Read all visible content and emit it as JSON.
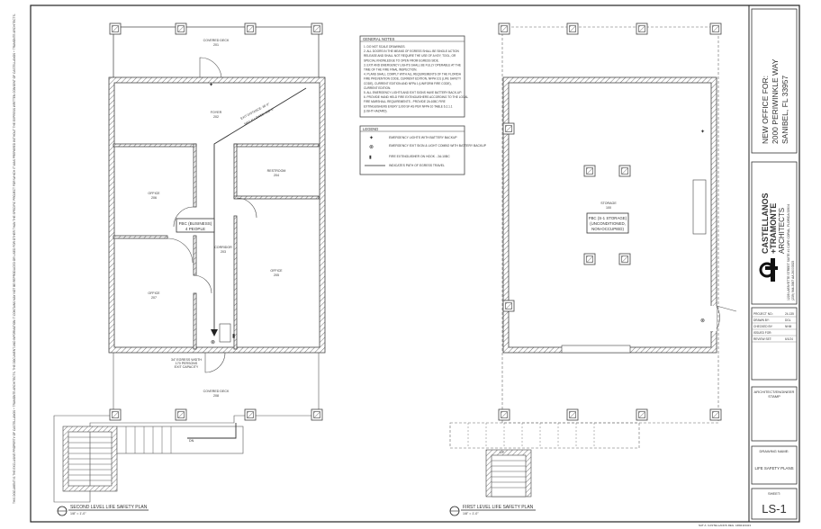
{
  "side_note": "THIS DOCUMENT IS THE EXCLUSIVE PROPERTY OF CASTELLANOS + TRAMONTE ARCHITECTS. THE DOCUMENT AND INFORMATION IT CONTAINS MAY NOT BE REPRODUCED OR USED FOR OTHER THAN THE SPECIFIC PROJECT FOR WHICH IT WAS PREPARED WITHOUT THE EXPRESS WRITTEN CONSENT OF CASTELLANOS + TRAMONTE ARCHITECTS.",
  "general_notes": {
    "title": "GENERAL NOTES",
    "items": [
      "1. DO NOT SCALE DRAWINGS.",
      "2. ALL DOORS IN THE MEANS OF EGRESS SHALL BE SINGLE ACTION",
      "   RELEASE AND SHALL NOT REQUIRE THE USE OF A KEY, TOOL, OR",
      "   SPECIAL KNOWLEDGE TO OPEN FROM EGRESS SIDE.",
      "3. EXIT AND EMERGENCY LIGHTS SHALL BE FULLY OPERABLE AT THE",
      "   TIME OF THE FIRE FINAL INSPECTION.",
      "4. PLANS SHALL COMPLY WITH ALL REQUIREMENTS OF THE FLORIDA",
      "   FIRE PREVENTION CODE, CURRENT EDITION, NFPA 101 (LIFE SAFETY",
      "   CODE), CURRENT EDITION AND NFPA 1 (UNIFORM FIRE CODE),",
      "   CURRENT EDITION.",
      "5. ALL EMERGENCY LIGHTS AND EXIT SIGNS HAVE BATTERY BACK-UP.",
      "6. PROVIDE HAND HELD FIRE EXTINGUISHERS ACCORDING TO THE LOCAL",
      "   FIRE MARSHALL REQUIREMENTS - PROVIDE 2A:10BC FIRE",
      "   EXTINGUISHERS EVERY 3,000 SF AS PER NFPA 10 TABLE 6.2.1.1",
      "   (LIGHT HAZARD)."
    ]
  },
  "legend": {
    "title": "LEGEND",
    "items": [
      "EMERGENCY LIGHTS WITH BATTERY BACKUP",
      "EMERGENCY EXIT SIGN & LIGHT COMBO WITH BATTERY BACKUP",
      "FIRE EXTINGUISHER ON HOOK - 2A:10BC",
      "INDICATES PATH OF EGRESS TRAVEL"
    ]
  },
  "plan2": {
    "covered_deck_top": "COVERED DECK",
    "covered_deck_top_num": "201",
    "foyer": "FOYER",
    "foyer_num": "202",
    "office_left_top": "OFFICE",
    "office_left_top_num": "206",
    "restroom": "RESTROOM",
    "restroom_num": "204",
    "corridor": "CORRIDOR",
    "corridor_num": "203",
    "office_right": "OFFICE",
    "office_right_num": "205",
    "office_left_bottom": "OFFICE",
    "office_left_bottom_num": "207",
    "occupancy_1": "FBC (BUSINESS)",
    "occupancy_2": "4 PEOPLE",
    "exit_distance_1": "EXIT DISTANCE: 36'-0\"",
    "exit_distance_2": "MAX ALLOWED: 200'-0\"",
    "egress_width_1": "34\" EGRESS WIDTH",
    "egress_width_2": "170 PERSONS",
    "egress_width_3": "EXIT CAPACITY",
    "covered_deck_bottom": "COVERED DECK",
    "covered_deck_bottom_num": "208",
    "dn": "DN",
    "title": "SECOND LEVEL LIFE SAFETY PLAN",
    "scale": "1/8\" = 1'-0\""
  },
  "plan1": {
    "storage": "STORAGE",
    "storage_num": "100",
    "occupancy_1": "FBC (S-1 STORAGE)",
    "occupancy_2": "(UNCONDITIONED,",
    "occupancy_3": "NON-OCCUPIED)",
    "up": "UP",
    "title": "FIRST LEVEL LIFE SAFETY PLAN",
    "scale": "1/8\" = 1'-0\""
  },
  "title_block": {
    "project_line1": "NEW OFFICE FOR:",
    "project_line2": "2000 PERIWINKLE WAY",
    "project_line3": "SANIBEL, FL 33957",
    "firm_name_1": "CASTELLANOS",
    "firm_name_2": "+TRAMONTE",
    "firm_name_3": "ARCHITECTS",
    "firm_address_1": "1228 LAFAYETTE STREET SUITE #1 CAPE CORAL, FLORIDA 33904",
    "firm_address_2": "(239) 944-3987   AA 26003525",
    "info_rows": [
      {
        "label": "PROJECT NO.:",
        "value": "24-135"
      },
      {
        "label": "DRAWN BY:",
        "value": "DGL"
      },
      {
        "label": "CHECKED BY:",
        "value": "NHM"
      },
      {
        "label": "ISSUED FOR:",
        "value": ""
      },
      {
        "label": "REVIEW SET:",
        "value": "6/1/24"
      }
    ],
    "stamp_label_1": "ARCHITECT/ENGINEER",
    "stamp_label_2": "STAMP",
    "drawing_name_label": "DRAWING NAME:",
    "drawing_name": "LIFE SAFETY PLANS",
    "sheet_label": "SHEET:",
    "sheet_number": "LS-1",
    "signature_line": "NAT A. CASTELLANOS  REG. AR92113413"
  }
}
